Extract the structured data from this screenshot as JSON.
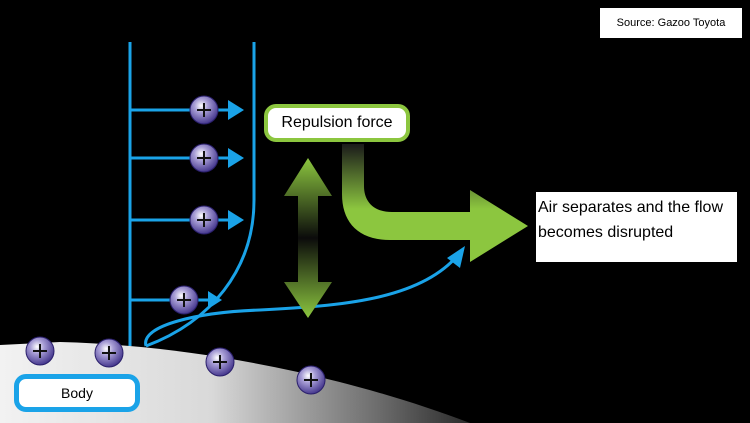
{
  "source_label": "Source: Gazoo Toyota",
  "repulsion_label": "Repulsion force",
  "separation_label": "Air separates and the flow becomes disrupted",
  "body_label": "Body",
  "charge_symbol": "+",
  "colors": {
    "background": "#000000",
    "flow_line": "#1aa3e8",
    "force_arrow": "#8cc63f",
    "charge": "#5b4aa8",
    "body_label_border": "#1aa3e8"
  }
}
